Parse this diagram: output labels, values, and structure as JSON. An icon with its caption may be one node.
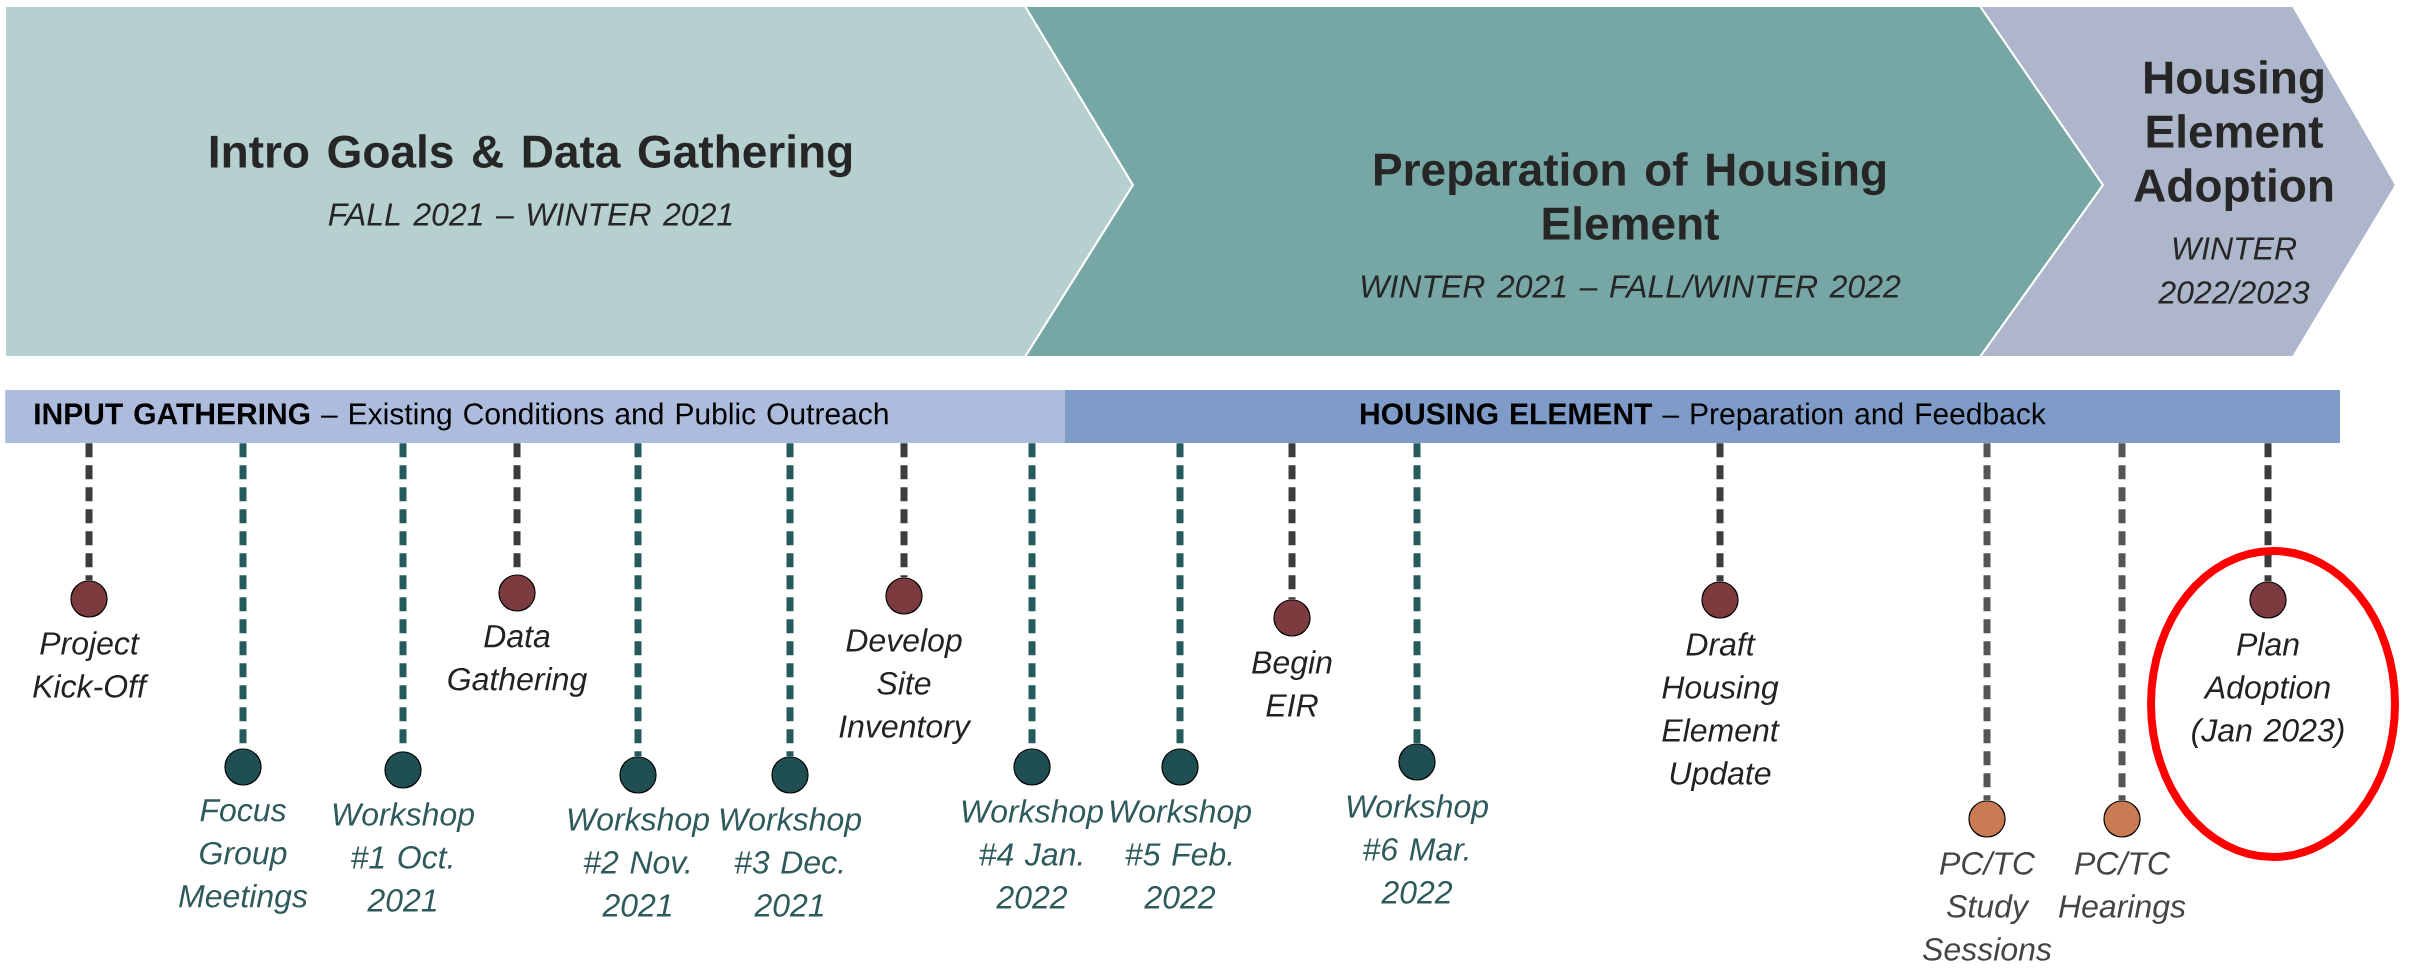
{
  "diagram": {
    "nodes": [
      {
        "text": [
          "Intro Goals & Data Gathering",
          "FALL 2021 – WINTER 2021"
        ]
      },
      {
        "text": [
          "Preparation of Housing Element",
          "WINTER 2021 – FALL/WINTER 2022"
        ]
      },
      {
        "text": [
          "Housing Element Adoption",
          "WINTER 2022/2023"
        ]
      },
      {
        "text": [
          "**INPUT GATHERING** – Existing Conditions and Public Outreach"
        ]
      },
      {
        "text": [
          "**HOUSING ELEMENT** – Preparation and Feedback"
        ]
      },
      {
        "text": [],
        "shape": "circle",
        "beside": [
          "Project Kick-Off"
        ]
      },
      {
        "text": [],
        "shape": "circle",
        "beside": [
          "Focus Group Meetings"
        ]
      },
      {
        "text": [],
        "shape": "circle",
        "beside": [
          "Workshop #1 Oct. 2021"
        ]
      },
      {
        "text": [],
        "shape": "circle",
        "beside": [
          "Data Gathering"
        ]
      },
      {
        "text": [],
        "shape": "circle",
        "beside": [
          "Workshop #2 Nov. 2021"
        ]
      },
      {
        "text": [],
        "shape": "circle",
        "beside": [
          "Workshop #3 Dec. 2021"
        ]
      },
      {
        "text": [],
        "shape": "circle",
        "beside": [
          "Develop Site Inventory"
        ]
      },
      {
        "text": [],
        "shape": "circle",
        "beside": [
          "Workshop #4 Jan. 2022"
        ]
      },
      {
        "text": [],
        "shape": "circle",
        "beside": [
          "Workshop #5 Feb. 2022"
        ]
      },
      {
        "text": [],
        "shape": "circle",
        "beside": [
          "Begin EIR"
        ]
      },
      {
        "text": [],
        "shape": "circle",
        "beside": [
          "Workshop #6 Mar. 2022"
        ]
      },
      {
        "text": [],
        "shape": "circle",
        "beside": [
          "Draft Housing Element Update"
        ]
      },
      {
        "text": [],
        "shape": "circle",
        "beside": [
          "PC/TC Study Sessions"
        ]
      },
      {
        "text": [],
        "shape": "circle",
        "beside": [
          "PC/TC Hearings"
        ]
      },
      {
        "text": [],
        "shape": "circle",
        "beside": [
          "Plan Adoption (Jan 2023)"
        ]
      }
    ],
    "edges": [
      {
        "from": 3,
        "to": 5,
        "arrow": "none",
        "style": "dashed",
        "color": "#3c3c3c"
      },
      {
        "from": 3,
        "to": 6,
        "arrow": "none",
        "style": "dashed",
        "color": "#265b5e"
      },
      {
        "from": 3,
        "to": 7,
        "arrow": "none",
        "style": "dashed",
        "color": "#265b5e"
      },
      {
        "from": 3,
        "to": 8,
        "arrow": "none",
        "style": "dashed",
        "color": "#3c3c3c"
      },
      {
        "from": 3,
        "to": 9,
        "arrow": "none",
        "style": "dashed",
        "color": "#265b5e"
      },
      {
        "from": 3,
        "to": 10,
        "arrow": "none",
        "style": "dashed",
        "color": "#265b5e"
      },
      {
        "from": 3,
        "to": 11,
        "arrow": "none",
        "style": "dashed",
        "color": "#3c3c3c"
      },
      {
        "from": 3,
        "to": 12,
        "arrow": "none",
        "style": "dashed",
        "color": "#265b5e"
      },
      {
        "from": 4,
        "to": 13,
        "arrow": "none",
        "style": "dashed",
        "color": "#265b5e"
      },
      {
        "from": 4,
        "to": 14,
        "arrow": "none",
        "style": "dashed",
        "color": "#3c3c3c"
      },
      {
        "from": 4,
        "to": 15,
        "arrow": "none",
        "style": "dashed",
        "color": "#265b5e"
      },
      {
        "from": 4,
        "to": 16,
        "arrow": "none",
        "style": "dashed",
        "color": "#3c3c3c"
      },
      {
        "from": 4,
        "to": 17,
        "arrow": "none",
        "style": "dashed",
        "color": "#555555"
      },
      {
        "from": 4,
        "to": 18,
        "arrow": "none",
        "style": "dashed",
        "color": "#555555"
      },
      {
        "from": 4,
        "to": 19,
        "arrow": "none",
        "style": "dashed",
        "color": "#3c3c3c"
      }
    ]
  }
}
